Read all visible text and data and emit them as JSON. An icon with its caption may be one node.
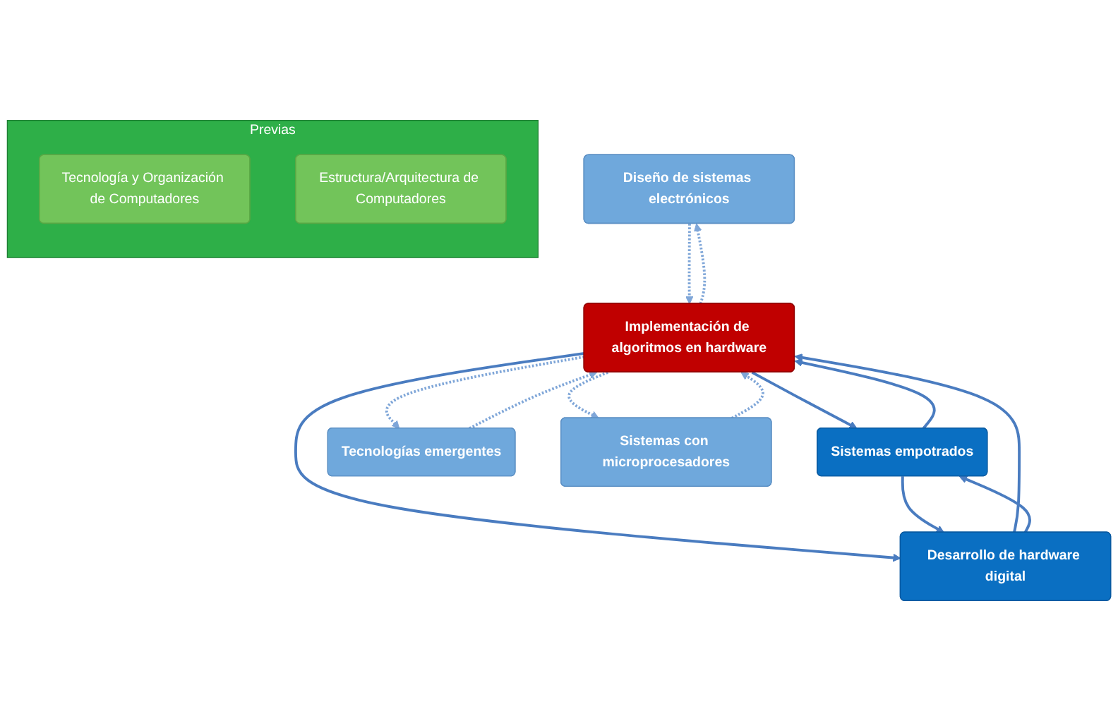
{
  "diagram": {
    "nodes": [
      {
        "text": [
          "Diseño de sistemas electrónicos"
        ]
      },
      {
        "text": [
          "Sistemas empotrados"
        ]
      },
      {
        "text": [
          "Tecnologías emergentes"
        ]
      },
      {
        "text": [
          "Implementación de algoritmos en hardware"
        ]
      },
      {
        "text": [
          "Previas"
        ]
      },
      {
        "text": [
          "Tecnología y Organización de Computadores"
        ],
        "in": 4
      },
      {
        "text": [
          "Estructura/Arquitectura de Computadores"
        ],
        "in": 4
      },
      {
        "text": [
          "Desarrollo de hardware digital"
        ]
      },
      {
        "text": [
          "Sistemas con microprocesadores"
        ]
      }
    ],
    "edges": [
      {
        "from": 0,
        "to": 3,
        "arrow": "to",
        "style": "dashed"
      },
      {
        "from": 3,
        "to": 0,
        "arrow": "to",
        "style": "dashed"
      },
      {
        "from": 2,
        "to": 3,
        "arrow": "to",
        "style": "dashed"
      },
      {
        "from": 3,
        "to": 2,
        "arrow": "to",
        "style": "dashed"
      },
      {
        "from": 3,
        "to": 1,
        "arrow": "to"
      },
      {
        "from": 1,
        "to": 3,
        "arrow": "to"
      },
      {
        "from": 3,
        "to": 7,
        "arrow": "to"
      },
      {
        "from": 7,
        "to": 3,
        "arrow": "to"
      },
      {
        "from": 1,
        "to": 7,
        "arrow": "to"
      },
      {
        "from": 7,
        "to": 1,
        "arrow": "to"
      },
      {
        "from": 3,
        "to": 8,
        "arrow": "to",
        "style": "dashed"
      },
      {
        "from": 8,
        "to": 3,
        "arrow": "to",
        "style": "dashed"
      }
    ]
  }
}
